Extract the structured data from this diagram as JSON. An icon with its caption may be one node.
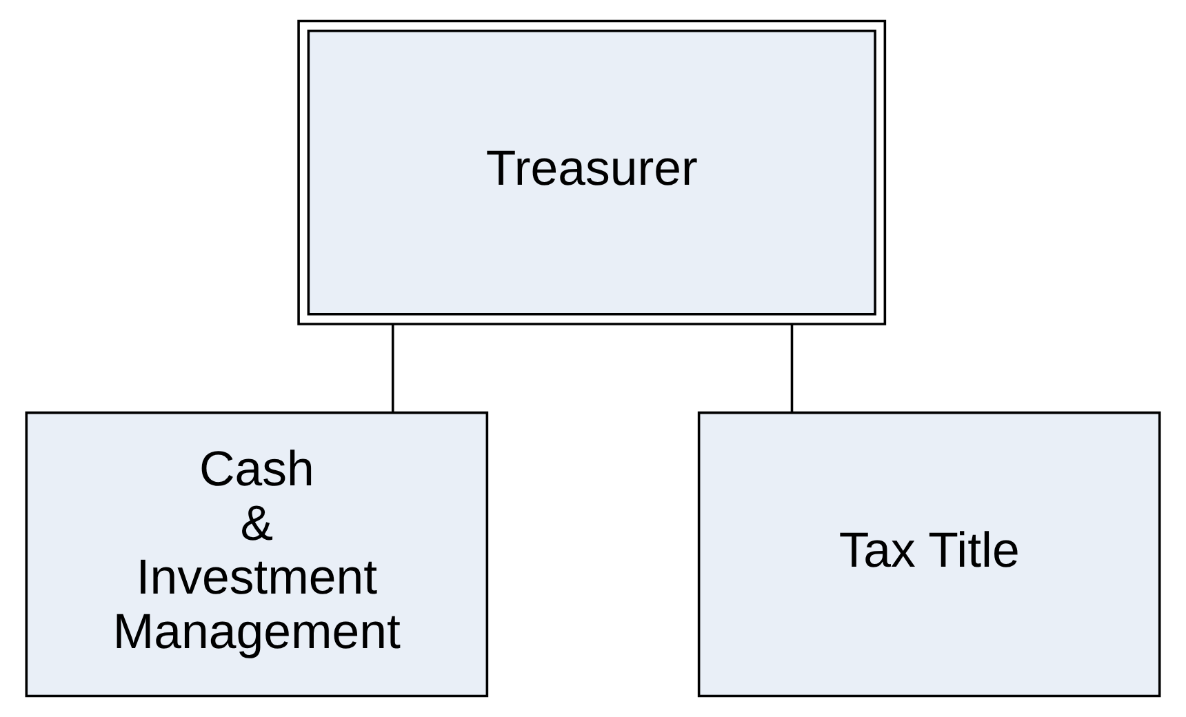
{
  "diagram": {
    "nodes": [
      {
        "text": [
          "Treasurer"
        ]
      },
      {
        "text": [
          "Cash & Investment Management"
        ]
      },
      {
        "text": [
          "Tax Title"
        ]
      }
    ],
    "edges": [
      {
        "from": 0,
        "to": 1,
        "arrow": "none"
      },
      {
        "from": 0,
        "to": 2,
        "arrow": "none"
      }
    ]
  }
}
